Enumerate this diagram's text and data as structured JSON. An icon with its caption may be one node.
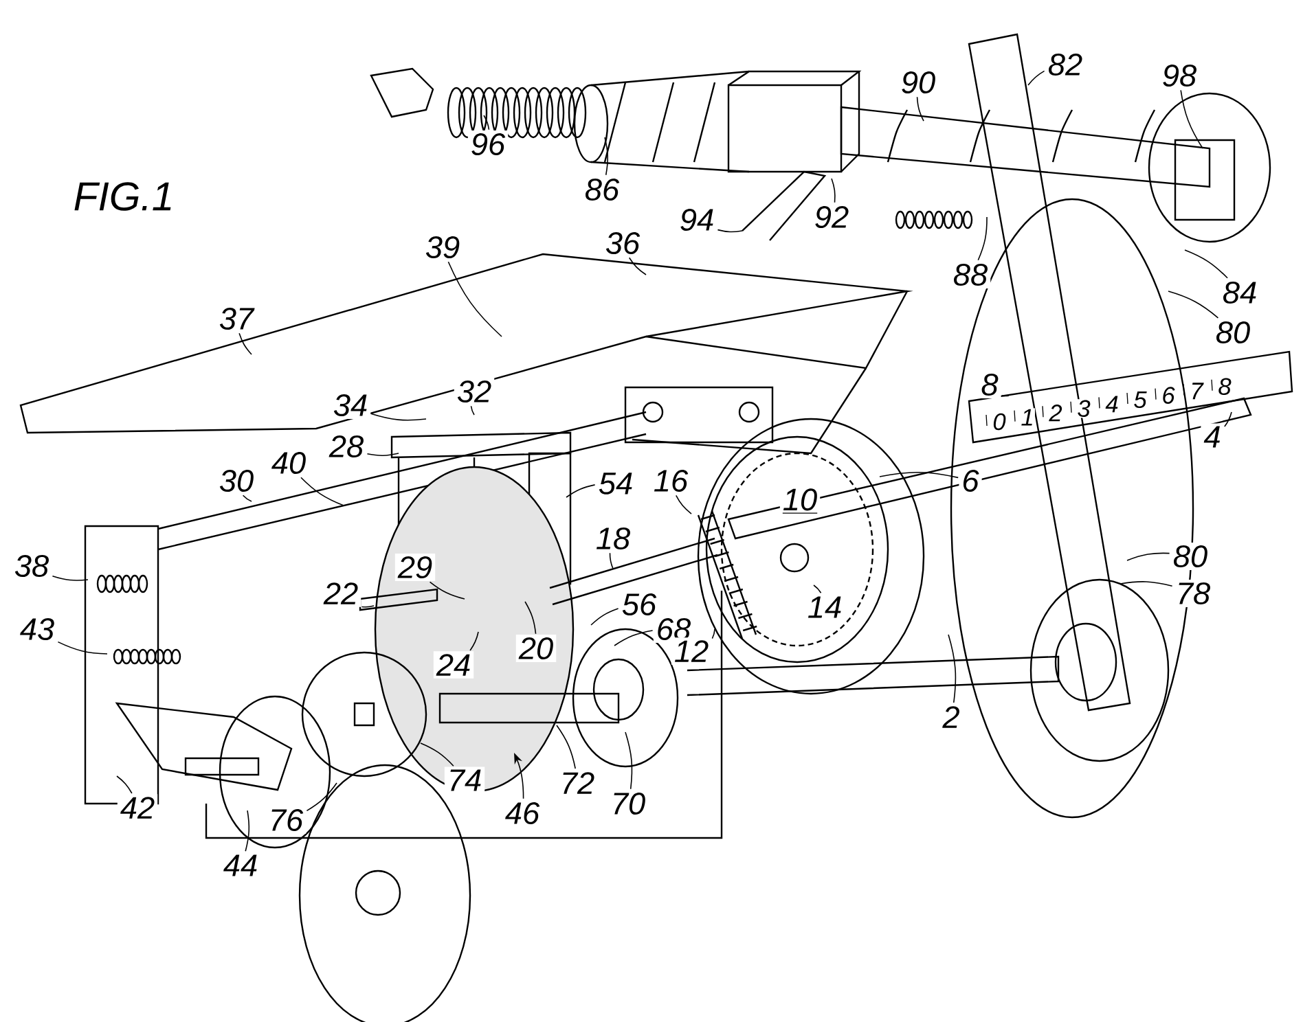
{
  "diagram": {
    "title": "FIG.1",
    "nodes": [
      {
        "text": [
          "82"
        ]
      },
      {
        "text": [
          "98"
        ]
      },
      {
        "text": [
          "90"
        ]
      },
      {
        "text": [
          "96"
        ]
      },
      {
        "text": [
          "86"
        ]
      },
      {
        "text": [
          "92"
        ]
      },
      {
        "text": [
          "94"
        ]
      },
      {
        "text": [
          "36"
        ]
      },
      {
        "text": [
          "39"
        ]
      },
      {
        "text": [
          "88"
        ]
      },
      {
        "text": [
          "84"
        ]
      },
      {
        "text": [
          "80"
        ]
      },
      {
        "text": [
          "37"
        ]
      },
      {
        "text": [
          "8"
        ]
      },
      {
        "text": [
          "32"
        ]
      },
      {
        "text": [
          "34"
        ]
      },
      {
        "text": [
          "4"
        ]
      },
      {
        "text": [
          "28"
        ]
      },
      {
        "text": [
          "40"
        ]
      },
      {
        "text": [
          "30"
        ]
      },
      {
        "text": [
          "54"
        ]
      },
      {
        "text": [
          "16"
        ]
      },
      {
        "text": [
          "6"
        ]
      },
      {
        "text": [
          "18"
        ]
      },
      {
        "text": [
          "38"
        ]
      },
      {
        "text": [
          "80"
        ]
      },
      {
        "text": [
          "29"
        ]
      },
      {
        "text": [
          "22"
        ]
      },
      {
        "text": [
          "78"
        ]
      },
      {
        "text": [
          "56"
        ]
      },
      {
        "text": [
          "68"
        ]
      },
      {
        "text": [
          "43"
        ]
      },
      {
        "text": [
          "12"
        ]
      },
      {
        "text": [
          "20"
        ]
      },
      {
        "text": [
          "24"
        ]
      },
      {
        "text": [
          "14"
        ]
      },
      {
        "text": [
          "2"
        ]
      },
      {
        "text": [
          "74"
        ]
      },
      {
        "text": [
          "72"
        ]
      },
      {
        "text": [
          "46"
        ]
      },
      {
        "text": [
          "70"
        ]
      },
      {
        "text": [
          "42"
        ]
      },
      {
        "text": [
          "76"
        ]
      },
      {
        "text": [
          "44"
        ]
      },
      {
        "text": [
          "10"
        ]
      }
    ],
    "edges": [
      {
        "from": 0,
        "to": null,
        "arrow": "none"
      },
      {
        "from": 1,
        "to": null,
        "arrow": "none"
      },
      {
        "from": 2,
        "to": null,
        "arrow": "none"
      },
      {
        "from": 3,
        "to": null,
        "arrow": "none"
      },
      {
        "from": 4,
        "to": null,
        "arrow": "none"
      },
      {
        "from": 5,
        "to": null,
        "arrow": "none"
      },
      {
        "from": 6,
        "to": null,
        "arrow": "none"
      },
      {
        "from": 7,
        "to": null,
        "arrow": "none"
      },
      {
        "from": 8,
        "to": null,
        "arrow": "none"
      },
      {
        "from": 9,
        "to": null,
        "arrow": "none"
      },
      {
        "from": 10,
        "to": null,
        "arrow": "none"
      },
      {
        "from": 11,
        "to": null,
        "arrow": "none"
      },
      {
        "from": 12,
        "to": null,
        "arrow": "none"
      },
      {
        "from": 13,
        "to": null,
        "arrow": "none"
      },
      {
        "from": 14,
        "to": null,
        "arrow": "none"
      },
      {
        "from": 15,
        "to": null,
        "arrow": "none"
      },
      {
        "from": 16,
        "to": null,
        "arrow": "none"
      },
      {
        "from": 17,
        "to": null,
        "arrow": "none"
      },
      {
        "from": 18,
        "to": null,
        "arrow": "none"
      },
      {
        "from": 19,
        "to": null,
        "arrow": "none"
      },
      {
        "from": 20,
        "to": null,
        "arrow": "none"
      },
      {
        "from": 21,
        "to": null,
        "arrow": "none"
      },
      {
        "from": 22,
        "to": null,
        "arrow": "none"
      },
      {
        "from": 23,
        "to": null,
        "arrow": "none"
      },
      {
        "from": 24,
        "to": null,
        "arrow": "none"
      },
      {
        "from": 25,
        "to": null,
        "arrow": "none"
      },
      {
        "from": 26,
        "to": null,
        "arrow": "none"
      },
      {
        "from": 27,
        "to": null,
        "arrow": "none"
      },
      {
        "from": 28,
        "to": null,
        "arrow": "none"
      },
      {
        "from": 29,
        "to": null,
        "arrow": "none"
      },
      {
        "from": 30,
        "to": null,
        "arrow": "none"
      },
      {
        "from": 31,
        "to": null,
        "arrow": "none"
      },
      {
        "from": 32,
        "to": null,
        "arrow": "none"
      },
      {
        "from": 33,
        "to": null,
        "arrow": "none"
      },
      {
        "from": 34,
        "to": null,
        "arrow": "none"
      },
      {
        "from": 35,
        "to": null,
        "arrow": "none"
      },
      {
        "from": 36,
        "to": null,
        "arrow": "none"
      },
      {
        "from": 37,
        "to": null,
        "arrow": "none"
      },
      {
        "from": 38,
        "to": null,
        "arrow": "none"
      },
      {
        "from": 39,
        "to": null,
        "arrow": "to"
      },
      {
        "from": 40,
        "to": null,
        "arrow": "none"
      },
      {
        "from": 41,
        "to": null,
        "arrow": "none"
      },
      {
        "from": 42,
        "to": null,
        "arrow": "none"
      },
      {
        "from": 43,
        "to": null,
        "arrow": "none"
      }
    ],
    "labels": [
      "0",
      "1",
      "2",
      "3",
      "4",
      "5",
      "6",
      "7",
      "8"
    ]
  }
}
